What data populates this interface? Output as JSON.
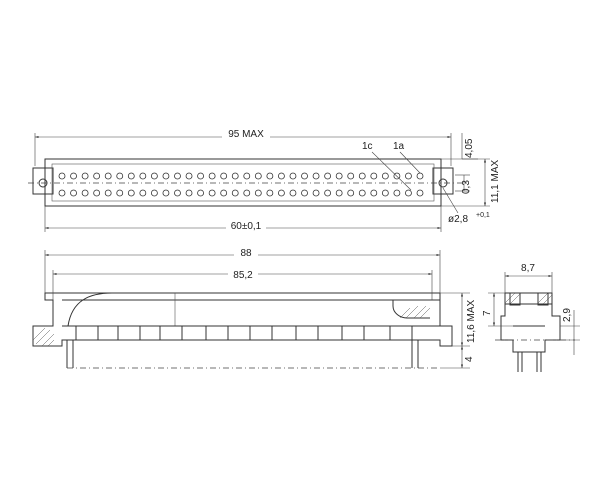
{
  "top_view": {
    "overall_width": "95 MAX",
    "pin_row_c_label": "1c",
    "pin_row_a_label": "1a",
    "pin_spacing": "60±0,1",
    "height_offset": "4,05",
    "row_offset": "0,3",
    "body_height": "11,1 MAX",
    "hole_diameter": "ø2,8",
    "hole_tolerance": "+0,1",
    "pins_per_row": 32
  },
  "front_view": {
    "width_outer": "88",
    "width_inner": "85,2",
    "height": "11,6 MAX",
    "pin_length": "4"
  },
  "side_view": {
    "width": "8,7",
    "top_height": "7",
    "step_height": "2,9"
  }
}
